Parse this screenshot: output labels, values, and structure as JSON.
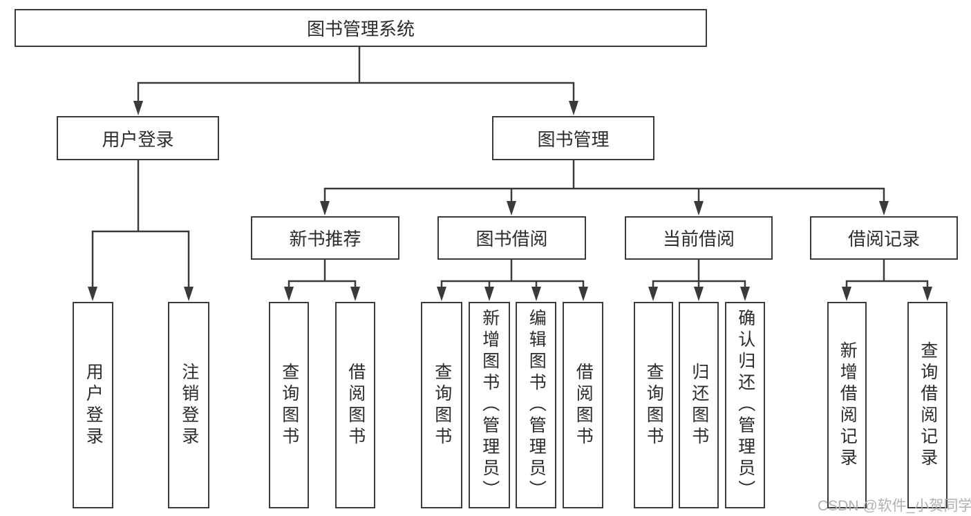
{
  "colors": {
    "line": "#3a3a3a",
    "text": "#2b2b2b",
    "watermark": "#b0b0b0",
    "background": "#ffffff"
  },
  "root": {
    "label": "图书管理系统"
  },
  "level2": [
    {
      "label": "用户登录"
    },
    {
      "label": "图书管理"
    }
  ],
  "level3": [
    {
      "label": "新书推荐"
    },
    {
      "label": "图书借阅"
    },
    {
      "label": "当前借阅"
    },
    {
      "label": "借阅记录"
    }
  ],
  "leaves": {
    "userLogin": [
      {
        "label": "用户登录"
      },
      {
        "label": "注销登录"
      }
    ],
    "newBookRec": [
      {
        "label": "查询图书"
      },
      {
        "label": "借阅图书"
      }
    ],
    "bookBorrow": [
      {
        "label": "查询图书"
      },
      {
        "label": "新增图书（管理员）"
      },
      {
        "label": "编辑图书（管理员）"
      },
      {
        "label": "借阅图书"
      }
    ],
    "currentBorrow": [
      {
        "label": "查询图书"
      },
      {
        "label": "归还图书"
      },
      {
        "label": "确认归还（管理员）"
      }
    ],
    "borrowRecord": [
      {
        "label": "新增借阅记录"
      },
      {
        "label": "查询借阅记录"
      }
    ]
  },
  "watermark": {
    "label": "CSDN @软件_小贺同学"
  }
}
